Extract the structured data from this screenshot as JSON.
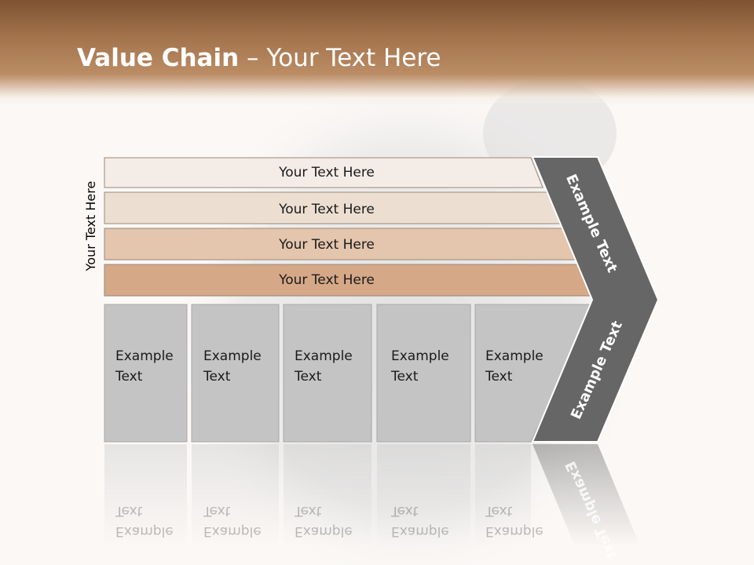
{
  "title": {
    "bold": "Value Chain",
    "rest": " – Your Text Here"
  },
  "vertical_label": "Your Text Here",
  "bars": [
    {
      "label": "Your Text Here",
      "color": "#f4ede7"
    },
    {
      "label": "Your Text Here",
      "color": "#ecdfd2"
    },
    {
      "label": "Your Text Here",
      "color": "#e4c5ad"
    },
    {
      "label": "Your Text Here",
      "color": "#d5a887"
    }
  ],
  "boxes": [
    {
      "line1": "Example",
      "line2": "Text"
    },
    {
      "line1": "Example",
      "line2": "Text"
    },
    {
      "line1": "Example",
      "line2": "Text"
    },
    {
      "line1": "Example",
      "line2": "Text"
    },
    {
      "line1": "Example",
      "line2": "Text"
    }
  ],
  "chevron": {
    "top_label": "Example Text",
    "bottom_label": "Example Text",
    "color": "#666666"
  },
  "colors": {
    "header_dark": "#7e5331",
    "header_light": "#bb8d65",
    "box_fill": "#c4c4c4",
    "box_stroke": "#a8a8a8"
  }
}
